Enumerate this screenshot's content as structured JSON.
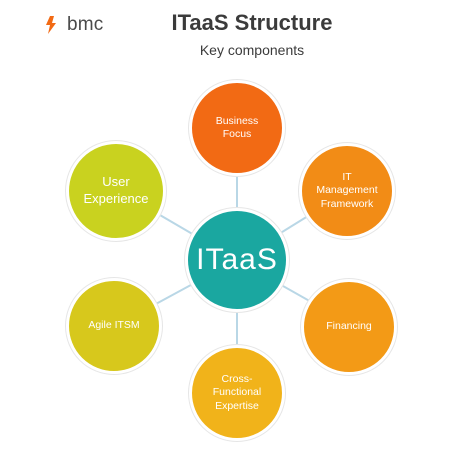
{
  "brand": {
    "logo_text": "bmc",
    "logo_icon": "bmc-logo-icon",
    "logo_color": "#f26a14"
  },
  "header": {
    "title": "ITaaS Structure",
    "subtitle": "Key components"
  },
  "diagram": {
    "center_label": "ITaaS",
    "center_color": "#1aa7a0",
    "connector_color": "#b9d7e6",
    "nodes": [
      {
        "label": "Business\nFocus",
        "color": "#f26a14"
      },
      {
        "label": "IT\nManagement\nFramework",
        "color": "#f28c16"
      },
      {
        "label": "Financing",
        "color": "#f39a16"
      },
      {
        "label": "Cross-\nFunctional\nExpertise",
        "color": "#f1b31a"
      },
      {
        "label": "Agile ITSM",
        "color": "#d7c81c"
      },
      {
        "label": "User\nExperience",
        "color": "#c9d21f"
      }
    ]
  }
}
